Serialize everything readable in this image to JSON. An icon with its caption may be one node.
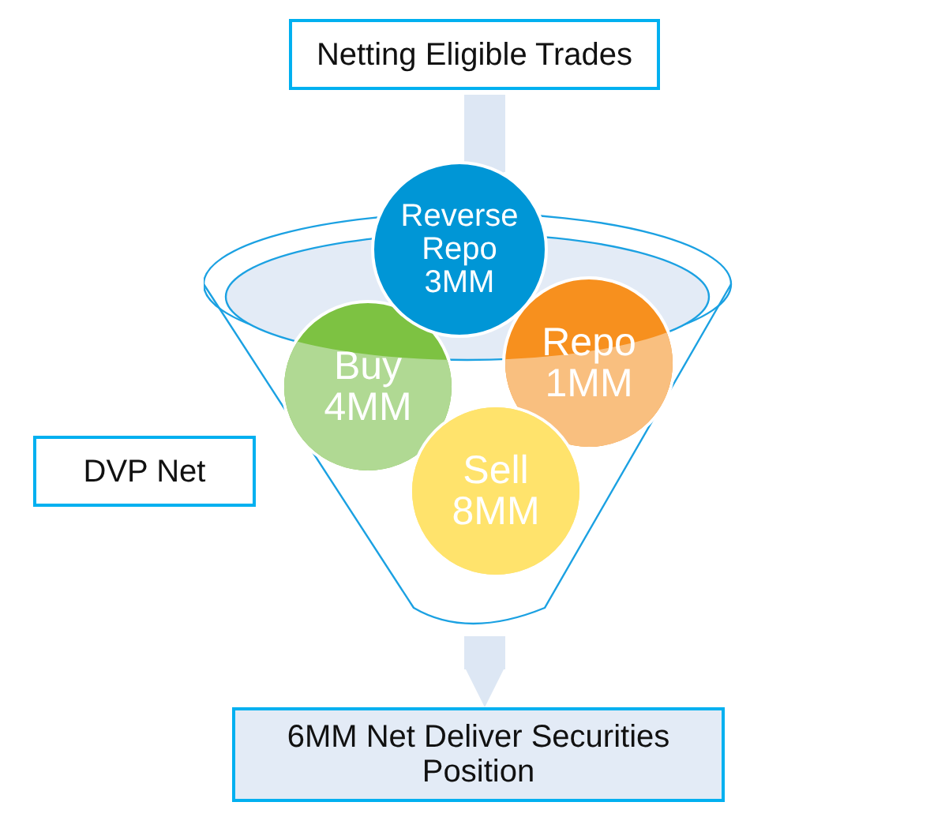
{
  "diagram": {
    "nodes": [
      {
        "text": [
          "Netting Eligible Trades"
        ]
      },
      {
        "text": [],
        "shape": "funnel"
      },
      {
        "text": [
          "Reverse Repo 3MM"
        ]
      },
      {
        "text": [
          "Buy 4MM"
        ],
        "in": 1
      },
      {
        "text": [
          "Repo 1MM"
        ],
        "in": 1
      },
      {
        "text": [
          "Sell 8MM"
        ],
        "in": 1
      },
      {
        "text": [
          "DVP Net"
        ]
      },
      {
        "text": [
          "6MM Net Deliver Securities Position"
        ]
      }
    ],
    "edges": [
      {
        "from": 0,
        "to": 1,
        "arrow": "to"
      },
      {
        "from": 1,
        "to": 7,
        "arrow": "to"
      }
    ]
  }
}
